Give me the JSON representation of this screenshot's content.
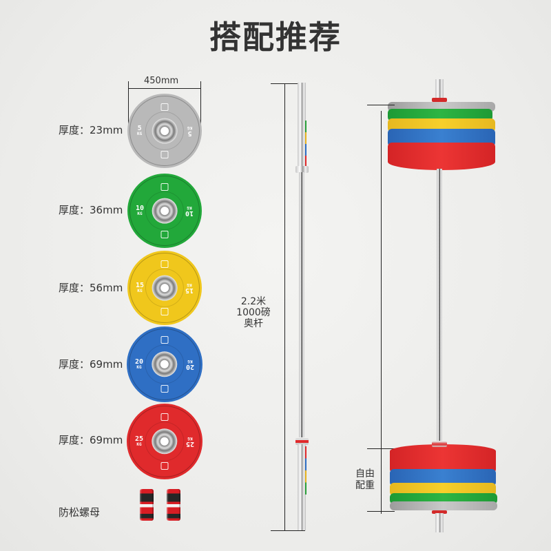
{
  "title": "搭配推荐",
  "plate_diameter_label": "450mm",
  "plates": [
    {
      "weight": "5",
      "unit": "KG",
      "thickness_label": "厚度：23mm",
      "color": "#b9b9b9"
    },
    {
      "weight": "10",
      "unit": "KG",
      "thickness_label": "厚度：36mm",
      "color": "#22a83a"
    },
    {
      "weight": "15",
      "unit": "KG",
      "thickness_label": "厚度：56mm",
      "color": "#f0c71c"
    },
    {
      "weight": "20",
      "unit": "KG",
      "thickness_label": "厚度：69mm",
      "color": "#2f6fc4"
    },
    {
      "weight": "25",
      "unit": "KG",
      "thickness_label": "厚度：69mm",
      "color": "#e02a2c"
    }
  ],
  "collar": {
    "label": "防松螺母",
    "color": "#d81d24"
  },
  "barbell": {
    "length_label": "2.2米",
    "capacity_label": "1000磅",
    "type_label": "奥杆"
  },
  "free_weight": {
    "line1": "自由",
    "line2": "配重"
  },
  "colors": {
    "gray": "#b9b9b9",
    "green": "#22a83a",
    "yellow": "#f0c71c",
    "blue": "#2f6fc4",
    "red": "#e02a2c"
  }
}
